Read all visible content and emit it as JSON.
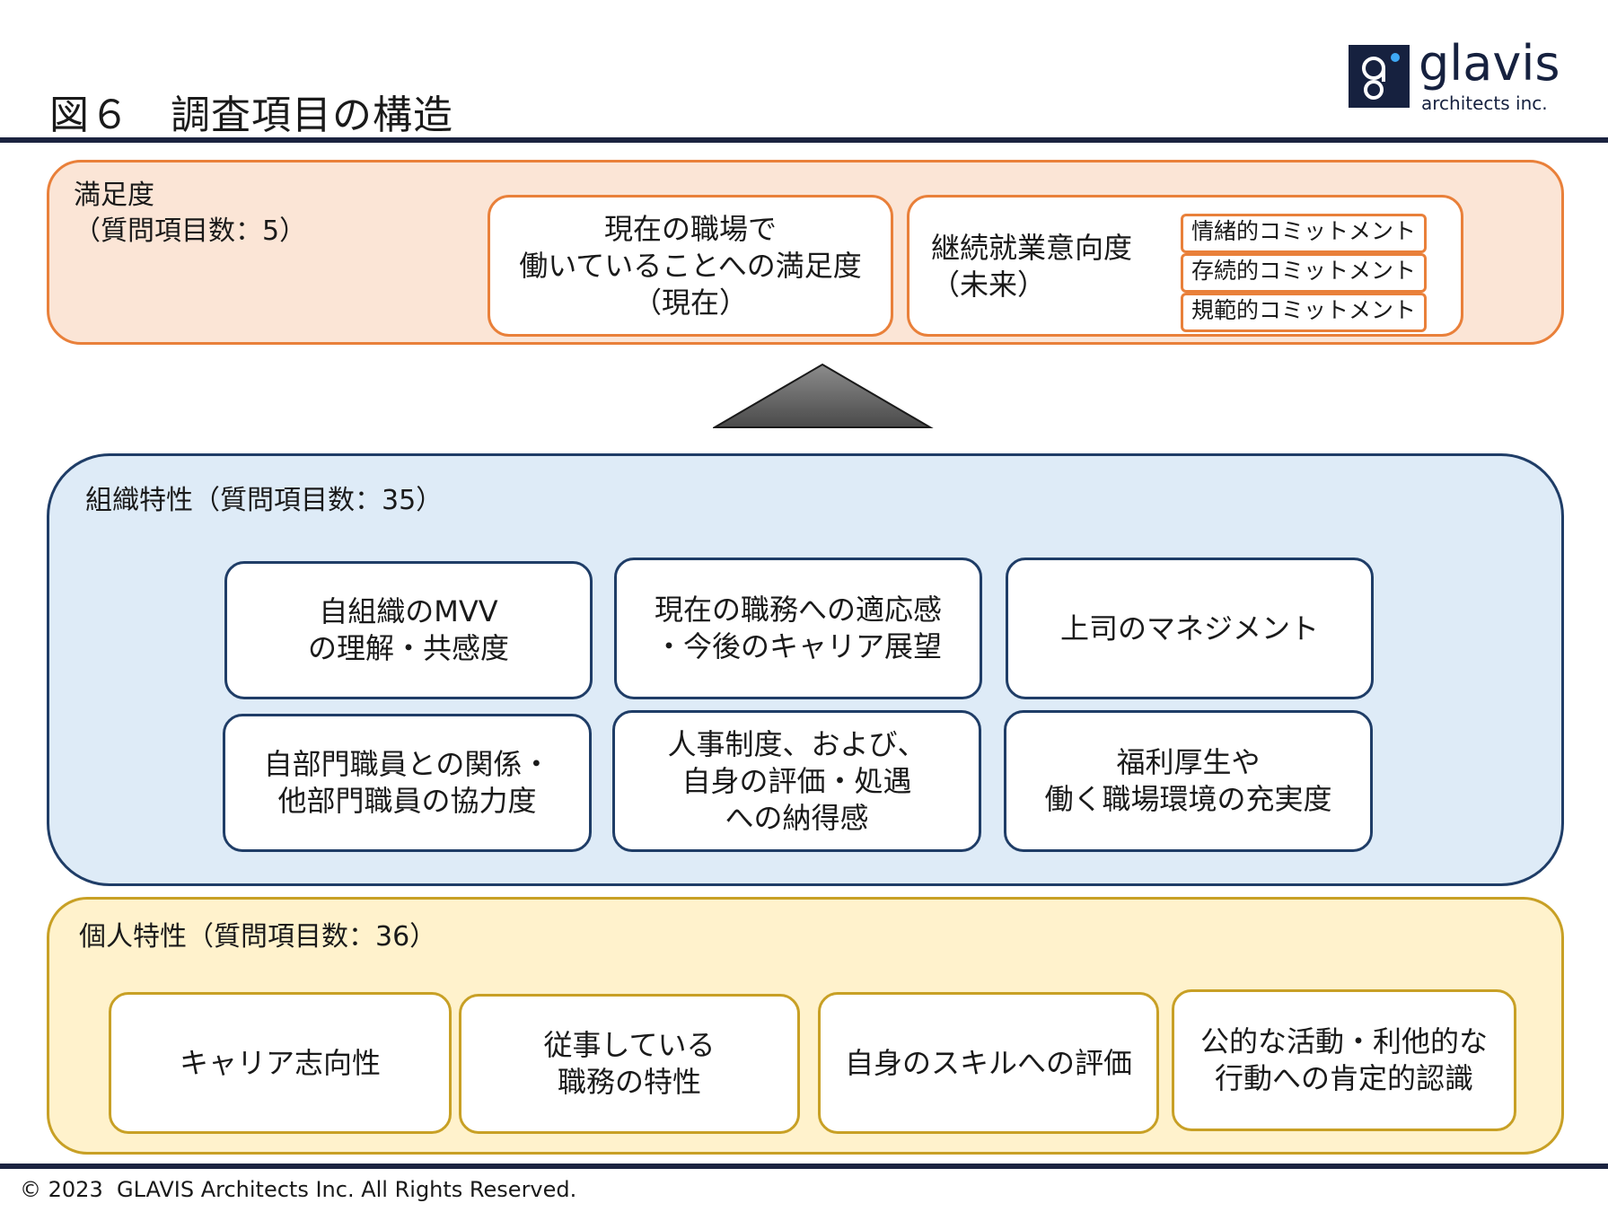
{
  "header": {
    "title": "図６　調査項目の構造",
    "logo": {
      "name": "glavis",
      "sub": "architects inc."
    }
  },
  "satisfaction": {
    "title": "満足度\n（質問項目数：5）",
    "current_box": "現在の職場で\n働いていることへの満足度\n（現在）",
    "future_label": "継続就業意向度\n（未来）",
    "commitments": [
      "情緒的コミットメント",
      "存続的コミットメント",
      "規範的コミットメント"
    ]
  },
  "organization": {
    "title": "組織特性（質問項目数：35）",
    "items": [
      "自組織のMVV\nの理解・共感度",
      "現在の職務への適応感\n・今後のキャリア展望",
      "上司のマネジメント",
      "自部門職員との関係・\n他部門職員の協力度",
      "人事制度、および、\n自身の評価・処遇\nへの納得感",
      "福利厚生や\n働く職場環境の充実度"
    ]
  },
  "individual": {
    "title": "個人特性（質問項目数：36）",
    "items": [
      "キャリア志向性",
      "従事している\n職務の特性",
      "自身のスキルへの評価",
      "公的な活動・利他的な\n行動への肯定的認識"
    ]
  },
  "colors": {
    "navy": "#1b2340",
    "orange": "#e9803a",
    "satisfaction_bg": "#fbe5d6",
    "org_border": "#1f3d67",
    "org_bg": "#deebf7",
    "ind_border": "#c8a025",
    "ind_bg": "#fff2cc"
  },
  "footer": {
    "copyright": "© 2023  GLAVIS Architects Inc. All Rights Reserved."
  }
}
